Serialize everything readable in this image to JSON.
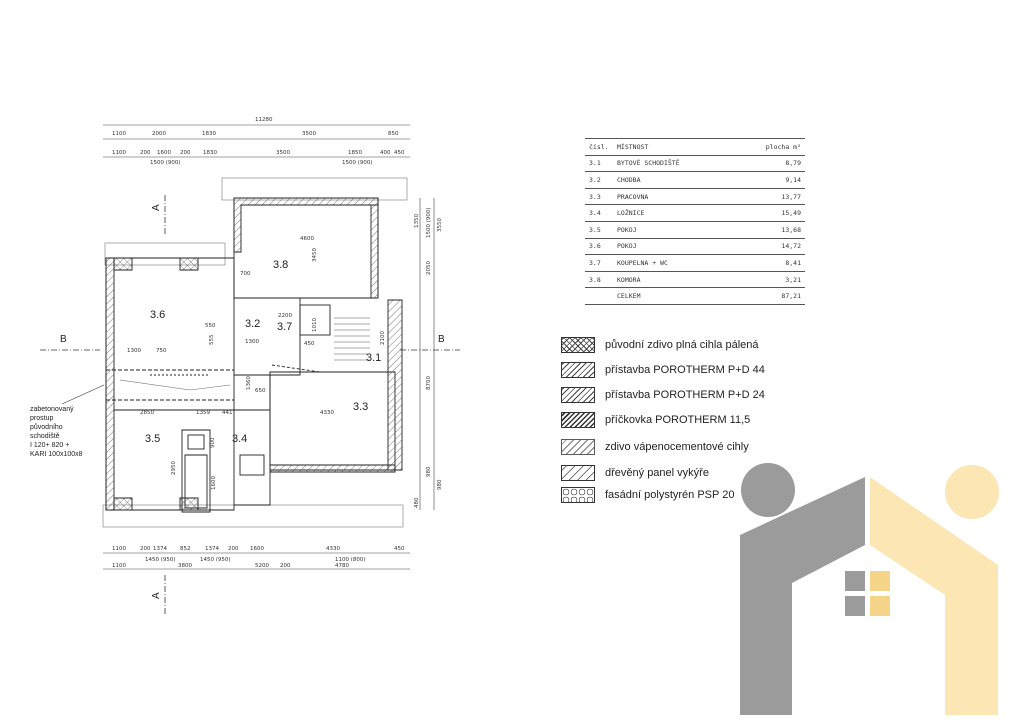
{
  "plan": {
    "dims_top_total": "11280",
    "dims_top_row1": [
      "1100",
      "2000",
      "1830",
      "3500",
      "850"
    ],
    "dims_top_row2": [
      "1100",
      "200",
      "1600",
      "200",
      "1830",
      "3500",
      "1850",
      "400",
      "450"
    ],
    "dims_top_row2_sub": [
      "1500 (900)",
      "1500 (900)"
    ],
    "dims_bottom_row1": [
      "1100",
      "200",
      "1374",
      "852",
      "1374",
      "200",
      "1600",
      "4330",
      "450"
    ],
    "dims_bottom_row1_sub": [
      "1450 (950)",
      "1450 (950)",
      "1100 (800)"
    ],
    "dims_bottom_row2": [
      "1100",
      "3800",
      "5200",
      "200",
      "4780"
    ],
    "dims_right": [
      "1350",
      "1500 (900)",
      "3550",
      "2050",
      "8700",
      "980",
      "980",
      "480"
    ],
    "rooms": [
      "3.8",
      "3.6",
      "3.2",
      "3.7",
      "3.1",
      "3.3",
      "3.5",
      "3.4"
    ],
    "inner_dims": [
      "4600",
      "3450",
      "700",
      "550",
      "555",
      "1300",
      "750",
      "1300",
      "2200",
      "450",
      "1010",
      "2100",
      "650",
      "1360",
      "4330",
      "2850",
      "1359",
      "441",
      "900",
      "1600",
      "2950"
    ],
    "section_marks": [
      "A",
      "A",
      "B",
      "B"
    ],
    "note": [
      "zabetonovaný",
      "prostup",
      "původního",
      "schodiště",
      "I 120+ 820 +",
      "KARI 100x100x8"
    ]
  },
  "room_table": {
    "header": {
      "num": "čísl.",
      "name": "MÍSTNOST",
      "area": "plocha m²"
    },
    "rows": [
      {
        "num": "3.1",
        "name": "BYTOVÉ SCHODIŠTĚ",
        "area": "8,79"
      },
      {
        "num": "3.2",
        "name": "CHODBA",
        "area": "9,14"
      },
      {
        "num": "3.3",
        "name": "PRACOVNA",
        "area": "13,77"
      },
      {
        "num": "3.4",
        "name": "LOŽNICE",
        "area": "15,49"
      },
      {
        "num": "3.5",
        "name": "POKOJ",
        "area": "13,68"
      },
      {
        "num": "3.6",
        "name": "POKOJ",
        "area": "14,72"
      },
      {
        "num": "3.7",
        "name": "KOUPELNA + WC",
        "area": "8,41"
      },
      {
        "num": "3.8",
        "name": "KOMORA",
        "area": "3,21"
      }
    ],
    "total": {
      "name": "CELKEM",
      "area": "87,21"
    }
  },
  "legend": [
    {
      "label": "původní zdivo plná cihla pálená",
      "swatch": "cross"
    },
    {
      "label": "přístavba POROTHERM P+D 44",
      "swatch": "diag"
    },
    {
      "label": "přístavba POROTHERM P+D 24",
      "swatch": "diag"
    },
    {
      "label": "příčkovka POROTHERM 11,5",
      "swatch": "diag-dense"
    },
    {
      "label": "zdivo vápenocementové cihly",
      "swatch": "dash"
    },
    {
      "label": "dřevěný panel vykýře",
      "swatch": "diag-wide"
    },
    {
      "label": "fasádní polystyrén PSP 20",
      "swatch": "hex"
    }
  ],
  "logo": {
    "colors": {
      "gray": "#9b9b9b",
      "yellow": "#fbe6b4",
      "yellow_dark": "#f6d48a"
    }
  }
}
